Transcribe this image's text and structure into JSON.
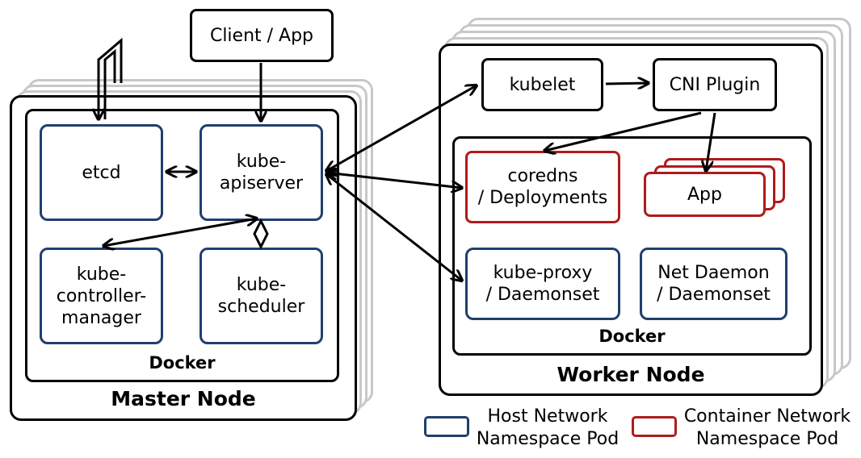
{
  "client": "Client / App",
  "master": {
    "title": "Master Node",
    "docker": "Docker",
    "etcd": "etcd",
    "apiserver": "kube-\napiserver",
    "controller": "kube-\ncontroller-\nmanager",
    "scheduler": "kube-\nscheduler"
  },
  "worker": {
    "title": "Worker Node",
    "docker": "Docker",
    "kubelet": "kubelet",
    "cni": "CNI Plugin",
    "coredns": "coredns\n/ Deployments",
    "app": "App",
    "proxy": "kube-proxy\n/ Daemonset",
    "netdaemon": "Net Daemon\n/ Daemonset"
  },
  "legend": {
    "host": "Host Network\nNamespace Pod",
    "container": "Container Network\nNamespace Pod"
  },
  "colors": {
    "host_border": "#1f3f6e",
    "container_border": "#b01b1b",
    "shadow": "#c8c8c8"
  }
}
